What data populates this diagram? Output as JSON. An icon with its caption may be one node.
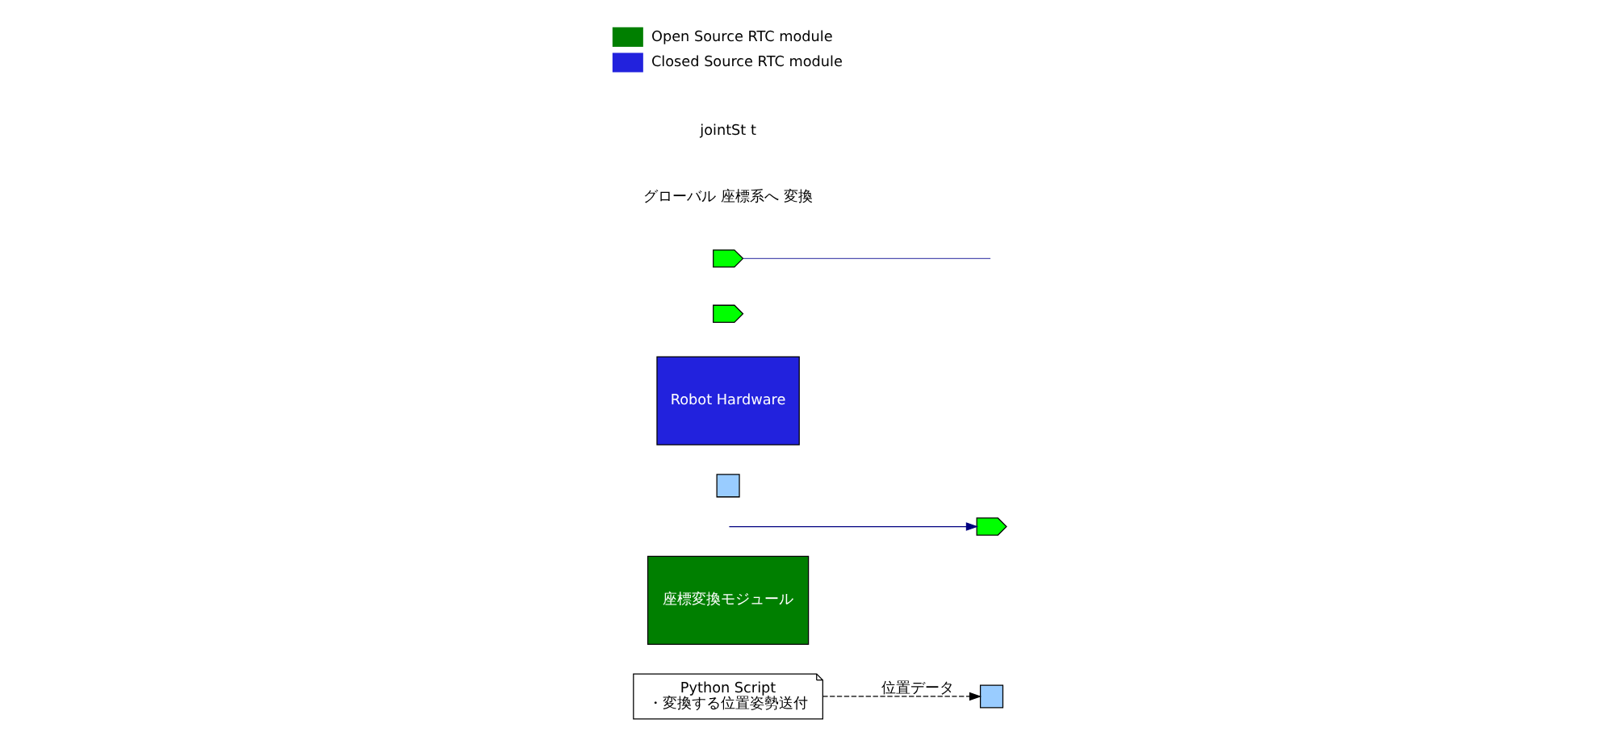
{
  "diagram": {
    "nodes": [
      {
        "text": [
          "Python Script",
          "・変換する位置姿勢送付"
        ]
      },
      {
        "text": [],
        "shape": "box"
      },
      {
        "text": [
          "座標変換モジュール"
        ]
      },
      {
        "text": [],
        "shape": "chevron"
      },
      {
        "text": [],
        "shape": "box"
      },
      {
        "text": [
          "Robot Hardware"
        ]
      },
      {
        "text": [],
        "shape": "chevron"
      },
      {
        "text": [],
        "shape": "chevron"
      }
    ],
    "edges": [
      {
        "from": 0,
        "to": 1,
        "arrow": "to",
        "style": "dashed",
        "label": "位置データ"
      },
      {
        "from": null,
        "to": 3,
        "arrow": "to",
        "color": "#000080"
      },
      {
        "from": 7,
        "to": null,
        "arrow": "none",
        "color": "#5050b0"
      }
    ],
    "labels": [
      "グローバル 座標系へ 変換",
      "jointSt t"
    ],
    "legend": [
      {
        "text": "Open Source RTC module",
        "color": "#007f00"
      },
      {
        "text": "Closed Source RTC module",
        "color": "#2222dd"
      }
    ]
  }
}
